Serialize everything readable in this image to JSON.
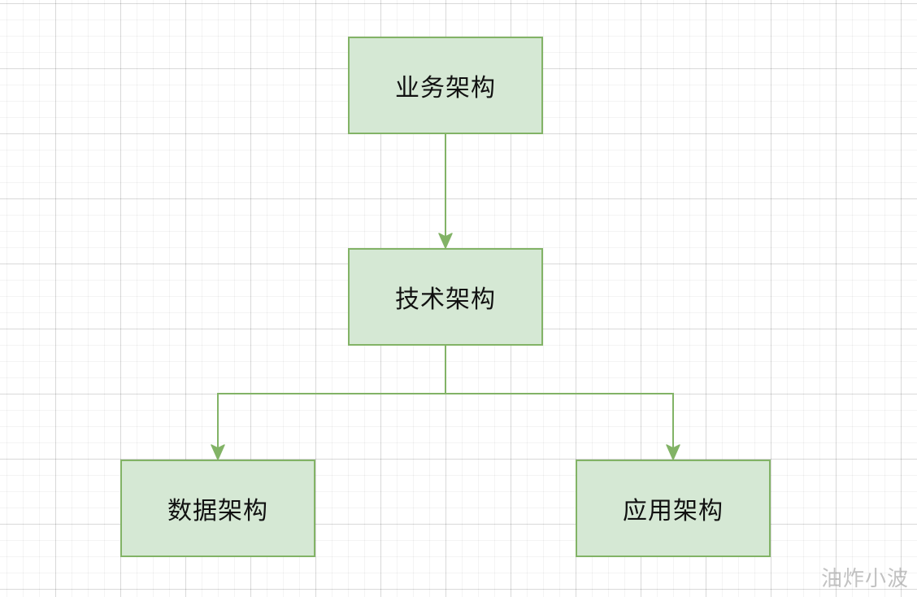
{
  "diagram": {
    "nodes": [
      {
        "id": "business",
        "label": "业务架构"
      },
      {
        "id": "technical",
        "label": "技术架构"
      },
      {
        "id": "data",
        "label": "数据架构"
      },
      {
        "id": "application",
        "label": "应用架构"
      }
    ],
    "edges": [
      {
        "from": "business",
        "to": "technical"
      },
      {
        "from": "technical",
        "to": "data"
      },
      {
        "from": "technical",
        "to": "application"
      }
    ],
    "colors": {
      "node_fill": "#d5e8d4",
      "node_border": "#82b366",
      "edge": "#82b366"
    }
  },
  "watermark": "油炸小波"
}
